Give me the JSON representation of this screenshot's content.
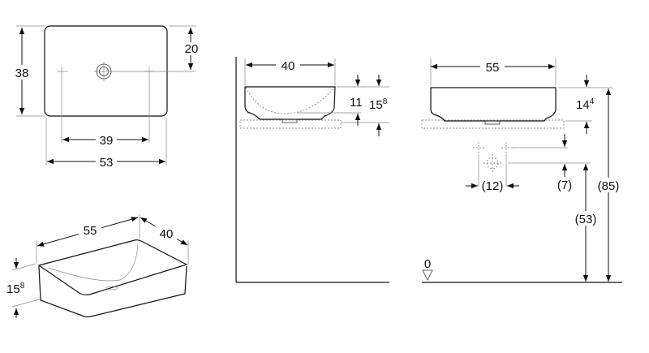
{
  "top_view": {
    "length": "53",
    "width": "38",
    "drain_offset": "20",
    "tap_spacing": "39"
  },
  "iso_view": {
    "length": "55",
    "width": "40",
    "height": "15",
    "height_sup": "8"
  },
  "side_view": {
    "width": "40",
    "inner_depth": "11",
    "height": "15",
    "height_sup": "8"
  },
  "front_view": {
    "length": "55",
    "height": "14",
    "height_sup": "4",
    "tap_spacing": "(12)",
    "tap_offset": "(7)",
    "drain_height": "(53)",
    "top_height": "(85)",
    "floor_label": "0"
  },
  "colors": {
    "line": "#111111",
    "hidden": "#888888"
  }
}
